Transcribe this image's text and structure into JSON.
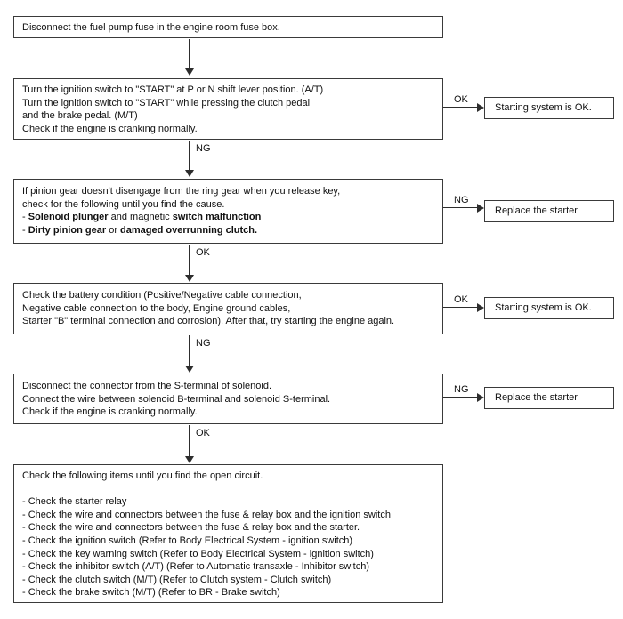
{
  "colors": {
    "background": "#ffffff",
    "box_border": "#3a3a3a",
    "text": "#101010",
    "arrow": "#2d2d2d"
  },
  "flow": {
    "steps": [
      {
        "name": "disconnect-fuel-pump-fuse",
        "lines": [
          "Disconnect the fuel pump fuse in the engine room fuse box."
        ]
      },
      {
        "name": "ignition-start-cranking-check",
        "lines": [
          "Turn the ignition switch to \"START\" at P or N shift lever position. (A/T)",
          "Turn the ignition switch to \"START\" while pressing the clutch pedal",
          "and the brake pedal. (M/T)",
          "Check if the engine is cranking normally."
        ]
      },
      {
        "name": "pinion-gear-disengage-check",
        "rich": [
          [
            {
              "t": "If pinion gear doesn't disengage from the ring gear when you release key,"
            }
          ],
          [
            {
              "t": "check for the following until you find the cause."
            }
          ],
          [
            {
              "t": "- "
            },
            {
              "t": "Solenoid plunger"
            },
            {
              "t": " and magnetic "
            },
            {
              "t": "switch malfunction"
            }
          ],
          [
            {
              "t": "- "
            },
            {
              "t": "Dirty pinion gear"
            },
            {
              "t": " or "
            },
            {
              "t": "damaged overrunning clutch."
            }
          ]
        ]
      },
      {
        "name": "battery-condition-check",
        "lines": [
          "Check the battery condition (Positive/Negative cable connection,",
          "Negative cable connection to the body, Engine ground cables,",
          "Starter \"B\" terminal connection and corrosion). After that, try starting the engine again."
        ]
      },
      {
        "name": "solenoid-terminal-check",
        "lines": [
          "Disconnect the connector from the S-terminal of solenoid.",
          "Connect the wire between solenoid B-terminal and solenoid S-terminal.",
          "Check if the engine is cranking normally."
        ]
      },
      {
        "name": "open-circuit-checklist",
        "lines": [
          "Check the following items until you find the open circuit.",
          "",
          "- Check the starter relay",
          "- Check the wire and connectors between the fuse & relay box and the ignition switch",
          "- Check the wire and connectors between the fuse & relay box and the starter.",
          "- Check the ignition switch (Refer to Body Electrical System - ignition switch)",
          "- Check the key warning switch (Refer to Body Electrical System - ignition switch)",
          "- Check the inhibitor switch (A/T) (Refer to Automatic transaxle - Inhibitor switch)",
          "- Check the clutch switch (M/T) (Refer to Clutch system - Clutch switch)",
          "- Check the brake switch (M/T) (Refer to BR - Brake switch)"
        ]
      }
    ],
    "arrows": [
      {
        "label": ""
      },
      {
        "label": "NG"
      },
      {
        "label": "OK"
      },
      {
        "label": "NG"
      },
      {
        "label": "OK"
      }
    ],
    "branches": [
      {
        "label": "OK",
        "result": "Starting system is OK."
      },
      {
        "label": "NG",
        "result": "Replace the starter"
      },
      {
        "label": "OK",
        "result": "Starting system is OK."
      },
      {
        "label": "NG",
        "result": "Replace the starter"
      }
    ]
  }
}
